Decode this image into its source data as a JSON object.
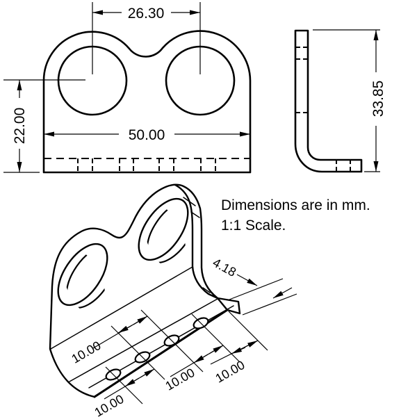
{
  "notes": {
    "line1": "Dimensions are in mm.",
    "line2": "1:1 Scale."
  },
  "front_view": {
    "hole_spacing": "26.30",
    "overall_width": "50.00",
    "height_to_holes": "22.00"
  },
  "side_view": {
    "overall_height": "33.85"
  },
  "iso_view": {
    "flange_thickness": "4.18",
    "pitch_top": "10.00",
    "pitch_bottom_left": "10.00",
    "pitch_bottom_mid": "10.00",
    "pitch_bottom_right": "10.00"
  },
  "colors": {
    "ink": "#000000",
    "paper": "#ffffff"
  }
}
